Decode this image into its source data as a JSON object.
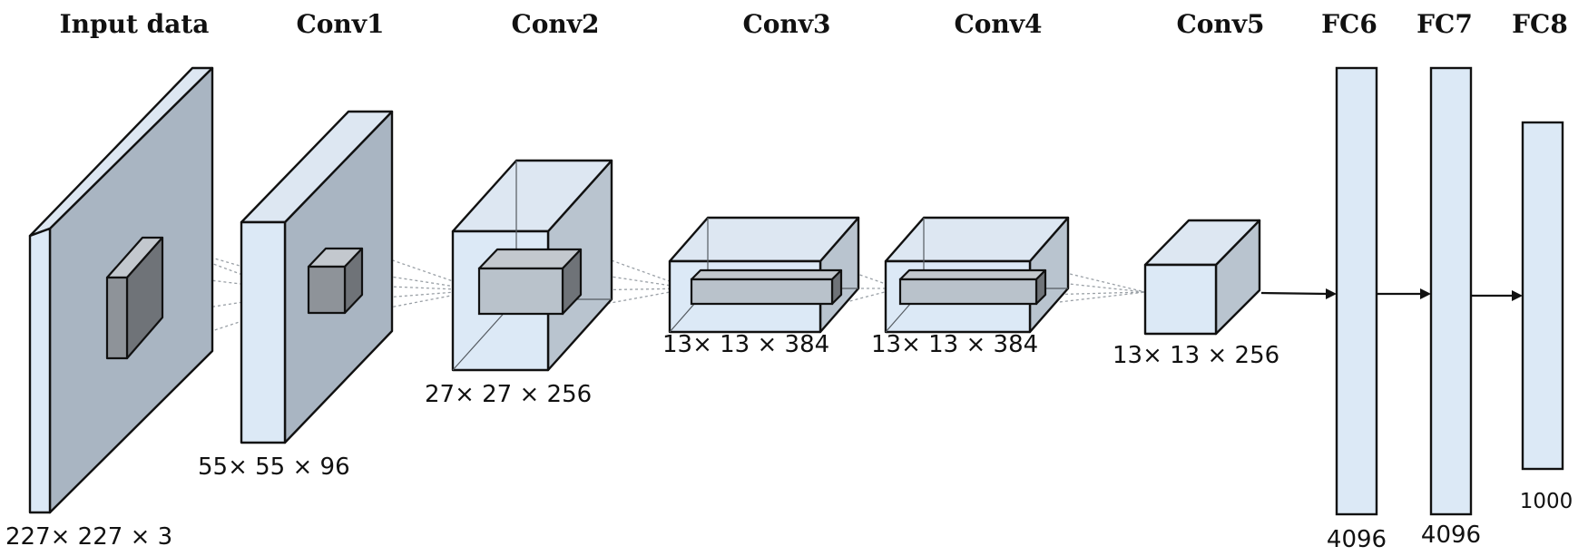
{
  "layers": [
    {
      "id": "input",
      "title": "Input data",
      "dims": "227× 227 × 3"
    },
    {
      "id": "conv1",
      "title": "Conv1",
      "dims": "55× 55 × 96"
    },
    {
      "id": "conv2",
      "title": "Conv2",
      "dims": "27× 27 × 256"
    },
    {
      "id": "conv3",
      "title": "Conv3",
      "dims": "13× 13 × 384"
    },
    {
      "id": "conv4",
      "title": "Conv4",
      "dims": "13× 13 × 384"
    },
    {
      "id": "conv5",
      "title": "Conv5",
      "dims": "13× 13 × 256"
    },
    {
      "id": "fc6",
      "title": "FC6",
      "dims": "4096"
    },
    {
      "id": "fc7",
      "title": "FC7",
      "dims": "4096"
    },
    {
      "id": "fc8",
      "title": "FC8",
      "dims": "1000"
    }
  ],
  "colors": {
    "volume_front": "#dce9f6",
    "volume_face": "#a9b5c2",
    "kernel": "#8e9399",
    "outline": "#111111"
  }
}
